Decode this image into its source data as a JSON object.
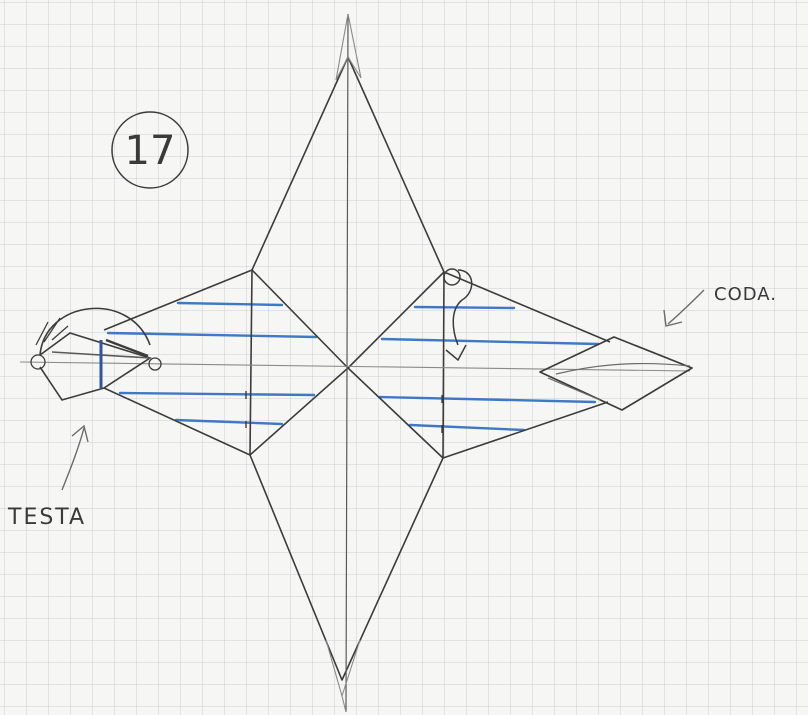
{
  "step": {
    "number": "17"
  },
  "labels": {
    "head": "TESTA",
    "tail": "CODA."
  },
  "colors": {
    "paper": "#f6f6f4",
    "grid": "#c9ced6",
    "pencil": "#3c3c3c",
    "pencil_light": "#8a8a8a",
    "hatch_blue": "#3f79c6"
  }
}
